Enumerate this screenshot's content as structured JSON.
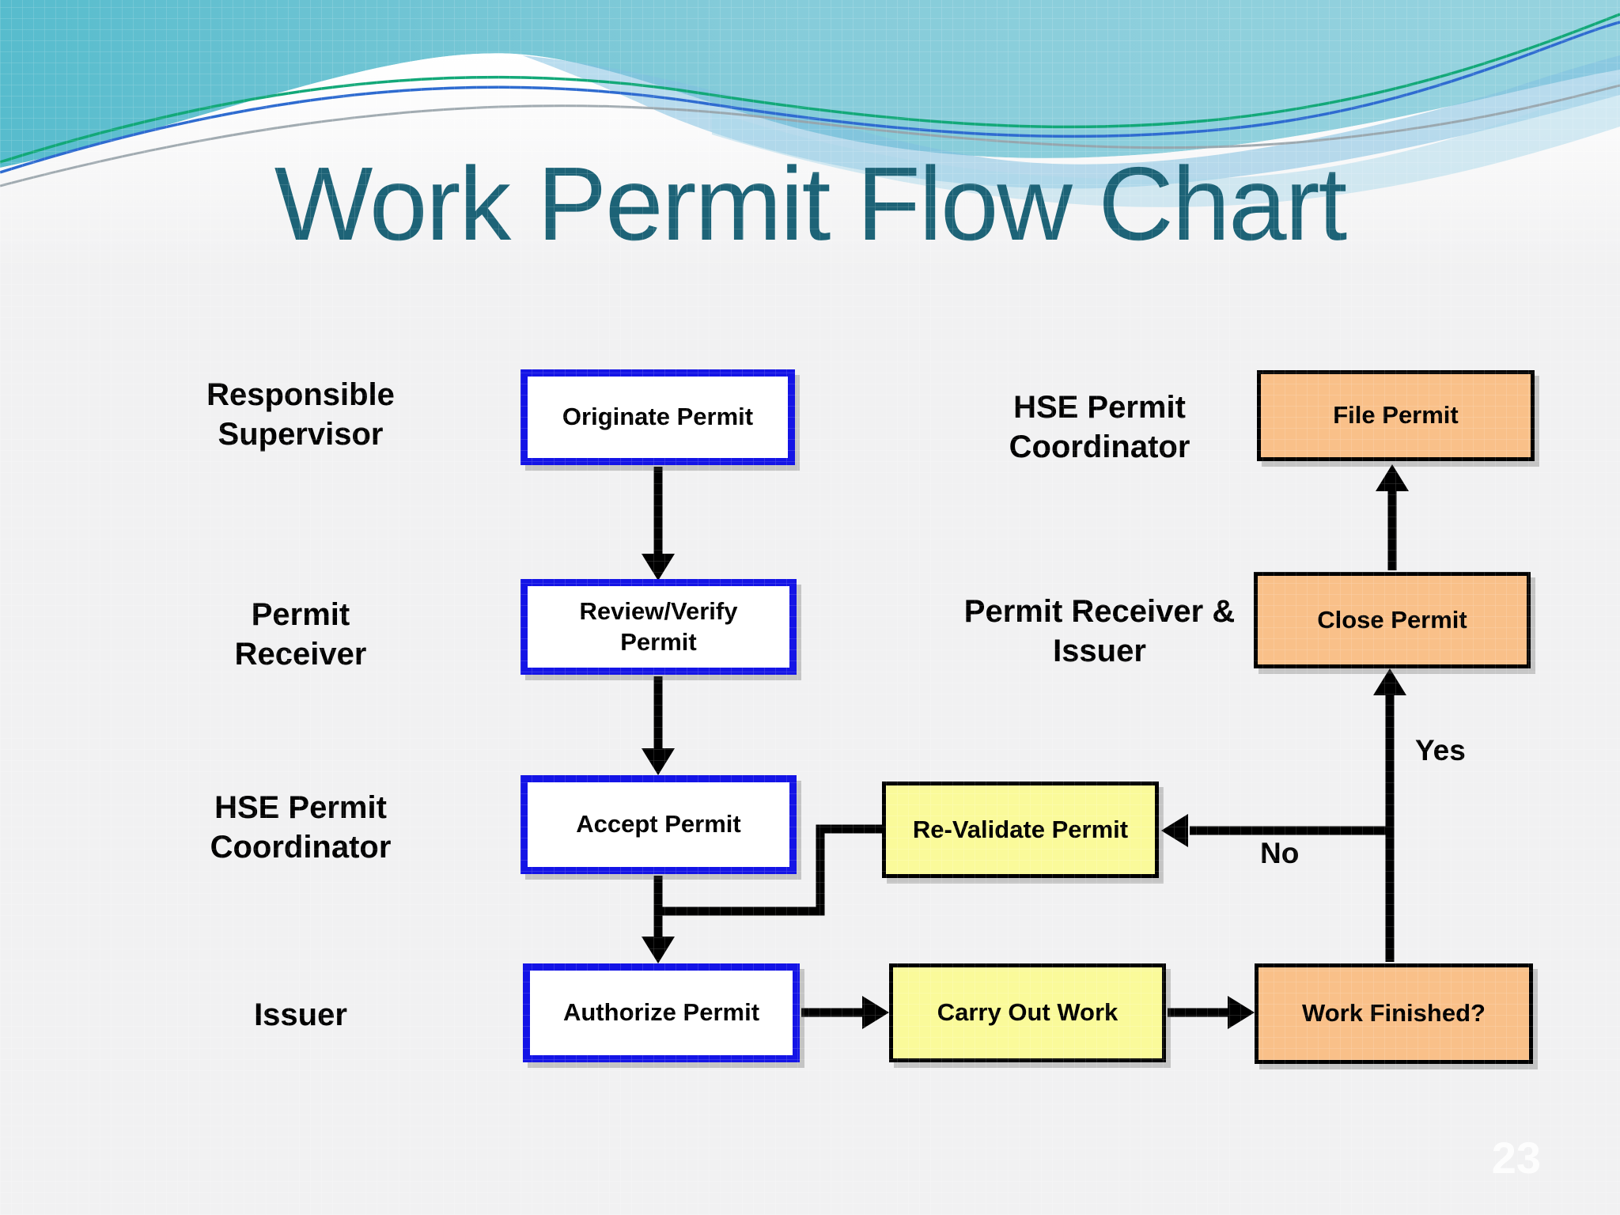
{
  "slide": {
    "title": "Work Permit Flow Chart",
    "page_number": "23"
  },
  "colors": {
    "title_text": "#1D6377",
    "background": "#F1F1F2",
    "blue_box_border": "#1414E6",
    "blue_box_fill": "#FFFFFF",
    "yellow_box_fill": "#FAFA9A",
    "orange_box_fill": "#F9C089",
    "box_border_dark": "#000000",
    "connector": "#000000",
    "wave_teal": "#57BCCD",
    "wave_light_blue": "#9FD2E8",
    "wave_accent_green": "#12A878",
    "wave_accent_blue": "#2E6BD0",
    "wave_accent_gray": "#97A2A8"
  },
  "lanes": {
    "left": [
      {
        "label": "Responsible Supervisor"
      },
      {
        "label": "Permit Receiver"
      },
      {
        "label": "HSE Permit Coordinator"
      },
      {
        "label": "Issuer"
      }
    ],
    "right": [
      {
        "label": "HSE Permit Coordinator"
      },
      {
        "label": "Permit Receiver & Issuer"
      }
    ]
  },
  "nodes": {
    "originate": {
      "label": "Originate Permit",
      "type": "process-blue"
    },
    "review": {
      "label": "Review/Verify Permit",
      "type": "process-blue"
    },
    "accept": {
      "label": "Accept Permit",
      "type": "process-blue"
    },
    "authorize": {
      "label": "Authorize Permit",
      "type": "process-blue"
    },
    "revalidate": {
      "label": "Re-Validate Permit",
      "type": "process-yellow"
    },
    "carry_out": {
      "label": "Carry Out Work",
      "type": "process-yellow"
    },
    "work_finished": {
      "label": "Work Finished?",
      "type": "decision-orange"
    },
    "close": {
      "label": "Close Permit",
      "type": "process-orange"
    },
    "file": {
      "label": "File Permit",
      "type": "process-orange"
    }
  },
  "edge_labels": {
    "yes": "Yes",
    "no": "No"
  }
}
